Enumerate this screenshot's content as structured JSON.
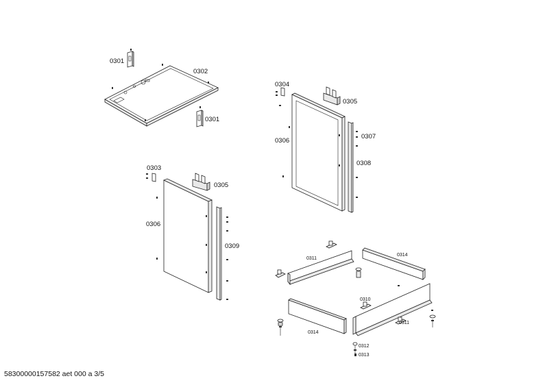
{
  "footer": "58300000157582 aet 000 a 3/5",
  "labels": {
    "p0301a": "0301",
    "p0302": "0302",
    "p0301b": "0301",
    "p0304": "0304",
    "p0305a": "0305",
    "p0306a": "0306",
    "p0307": "0307",
    "p0308": "0308",
    "p0303": "0303",
    "p0305b": "0305",
    "p0306b": "0306",
    "p0309": "0309",
    "p0311a": "0311",
    "p0314a": "0314",
    "p0310": "0310",
    "p0314b": "0314",
    "p0311b": "0311",
    "p0312": "0312",
    "p0313": "0313"
  }
}
